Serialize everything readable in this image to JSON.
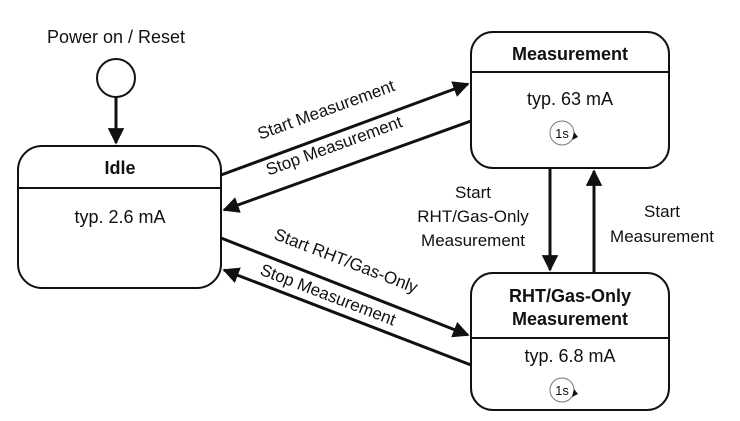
{
  "power_label": "Power on / Reset",
  "states": {
    "idle": {
      "title": "Idle",
      "current": "typ. 2.6 mA"
    },
    "measurement": {
      "title": "Measurement",
      "current": "typ. 63 mA",
      "cycle": "1s"
    },
    "rht": {
      "title_line1": "RHT/Gas-Only",
      "title_line2": "Measurement",
      "current": "typ. 6.8 mA",
      "cycle": "1s"
    }
  },
  "transitions": {
    "idle_to_meas": "Start Measurement",
    "meas_to_idle": "Stop Measurement",
    "idle_to_rht": "Start RHT/Gas-Only",
    "rht_to_idle": "Stop Measurement",
    "meas_to_rht": [
      "Start",
      "RHT/Gas-Only",
      "Measurement"
    ],
    "rht_to_meas": [
      "Start",
      "Measurement"
    ]
  }
}
